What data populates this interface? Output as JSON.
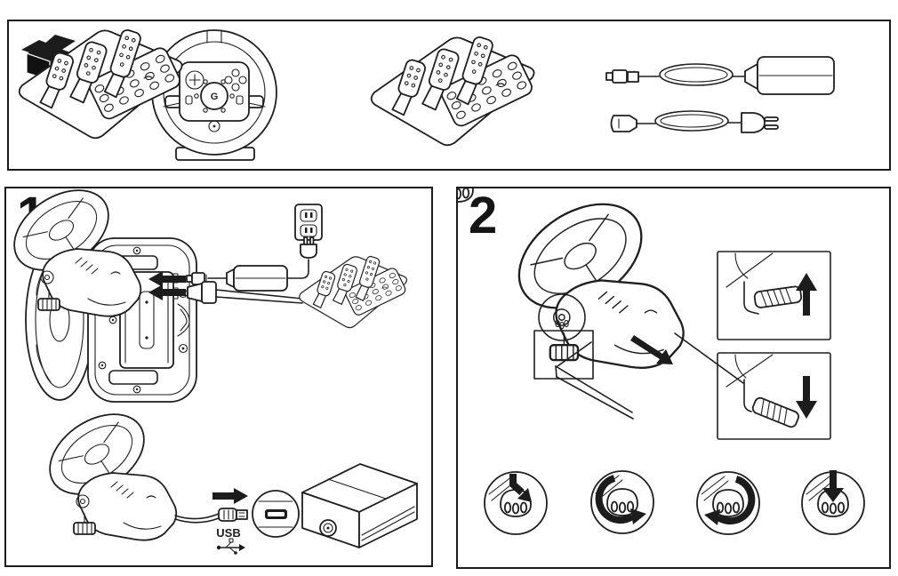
{
  "colors": {
    "ink": "#1f1f1f",
    "paper": "#ffffff"
  },
  "sections": {
    "contents": {
      "icon": "open-box-icon",
      "items": [
        "steering-wheel",
        "pedal-unit",
        "power-adapter",
        "power-cord"
      ]
    },
    "step1": {
      "number": "1",
      "usb_label": "USB",
      "items": [
        "wheel-underside-ports",
        "dc-plug",
        "pedal-connector",
        "power-brick",
        "wall-outlet",
        "pedal-unit",
        "usb-cable",
        "usb-port-detail",
        "game-console"
      ]
    },
    "step2": {
      "number": "2",
      "items": [
        "wheel-on-table-edge",
        "clamp-knob-highlight",
        "clamp-lever-highlight",
        "clamp-lever-up",
        "clamp-lever-down",
        "knob-insert",
        "knob-rotate-ccw",
        "knob-rotate-cw",
        "knob-press-down"
      ]
    }
  }
}
